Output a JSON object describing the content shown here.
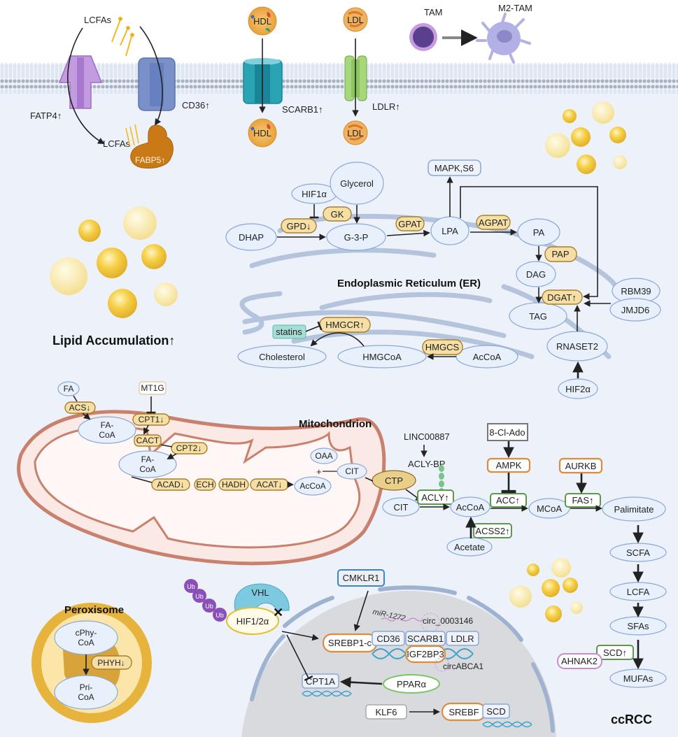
{
  "extracellular": {
    "lcfas_top": "LCFAs",
    "lcfas_inner": "LCFAs",
    "transporters": [
      {
        "name": "FATP4",
        "label": "FATP4↑"
      },
      {
        "name": "CD36",
        "label": "CD36↑"
      },
      {
        "name": "SCARB1",
        "label": "SCARB1↑"
      },
      {
        "name": "LDLR",
        "label": "LDLR↑"
      }
    ],
    "fabp5": "FABP5↑",
    "hdl_out": "HDL",
    "hdl_in": "HDL",
    "ldl_out": "LDL",
    "ldl_in": "LDL",
    "tam": "TAM",
    "m2_tam": "M2-TAM"
  },
  "lipid_accumulation": "Lipid Accumulation↑",
  "er": {
    "title": "Endoplasmic Reticulum (ER)",
    "nodes": {
      "hif1a": "HIF1α",
      "glycerol": "Glycerol",
      "dhap": "DHAP",
      "g3p": "G-3-P",
      "lpa": "LPA",
      "mapk": "MAPK,S6",
      "pa": "PA",
      "dag": "DAG",
      "tag": "TAG",
      "rbm39": "RBM39",
      "jmjd6": "JMJD6",
      "rnaset2": "RNASET2",
      "hif2a": "HIF2α",
      "cholesterol": "Cholesterol",
      "hmgcoa": "HMGCoA",
      "accoa": "AcCoA",
      "statins": "statins"
    },
    "enzymes": {
      "gk": "GK",
      "gpd": "GPD↓",
      "gpat": "GPAT",
      "agpat": "AGPAT",
      "pap": "PAP",
      "dgat": "DGAT↑",
      "hmgcr": "HMGCR↑",
      "hmgcs": "HMGCS"
    }
  },
  "mitochondrion": {
    "title": "Mitochondrion",
    "fa": "FA",
    "mt1g": "MT1G",
    "fa_coa_1": [
      "FA-",
      "CoA"
    ],
    "fa_coa_2": [
      "FA-",
      "CoA"
    ],
    "oaa": "OAA",
    "plus": "+",
    "cit_in": "CIT",
    "accoa_in": "AcCoA",
    "enzymes": {
      "acs": "ACS↓",
      "cpt1": "CPT1↓",
      "cact": "CACT",
      "cpt2": "CPT2↓",
      "acad": "ACAD↓",
      "ech": "ECH",
      "hadh": "HADH",
      "acat": "ACAT↓"
    },
    "ctp": "CTP"
  },
  "cytosol": {
    "linc": "LINC00887",
    "acly_bp": "ACLY-BP",
    "cit": "CIT",
    "acly": "ACLY↑",
    "accoa": "AcCoA",
    "acss2": "ACSS2↑",
    "acetate": "Acetate",
    "cl_ado": "8-Cl-Ado",
    "ampk": "AMPK",
    "acc": "ACC↑",
    "mcoa": "MCoA",
    "aurkb": "AURKB",
    "fas": "FAS↑",
    "palmitate": "Palimitate",
    "scfa": "SCFA",
    "lcfa": "LCFA",
    "sfas": "SFAs",
    "scd": "SCD↑",
    "ahnak2": "AHNAK2",
    "mufas": "MUFAs"
  },
  "peroxisome": {
    "title": "Peroxisome",
    "cphy": [
      "cPhy-",
      "CoA"
    ],
    "pri": [
      "Pri-",
      "CoA"
    ],
    "phyh": "PHYH↓"
  },
  "nucleus": {
    "ub": [
      "Ub",
      "Ub",
      "Ub",
      "Ub"
    ],
    "vhl": "VHL",
    "hif12": "HIF1/2α",
    "cmklr1": "CMKLR1",
    "mir": "miR-1272",
    "circ1": "circ_0003146",
    "srebp1c": "SREBP1-c",
    "targets": [
      "CD36",
      "SCARB1",
      "LDLR"
    ],
    "igf2bp3": "IGF2BP3",
    "circ2": "circABCA1",
    "cpt1a": "CPT1A",
    "ppara": "PPARα",
    "klf6": "KLF6",
    "srebf": "SREBF",
    "scd": "SCD"
  },
  "cell_label": "ccRCC",
  "colors": {
    "background": "#edf2fa",
    "membrane": "#9aa9bf",
    "enzyme_fill": "#f6dfa5",
    "mito_fill": "#fbe9e5",
    "mito_stroke": "#c9806c",
    "nucleus_fill": "#d9dadd",
    "lipid": "#f2c53d"
  }
}
